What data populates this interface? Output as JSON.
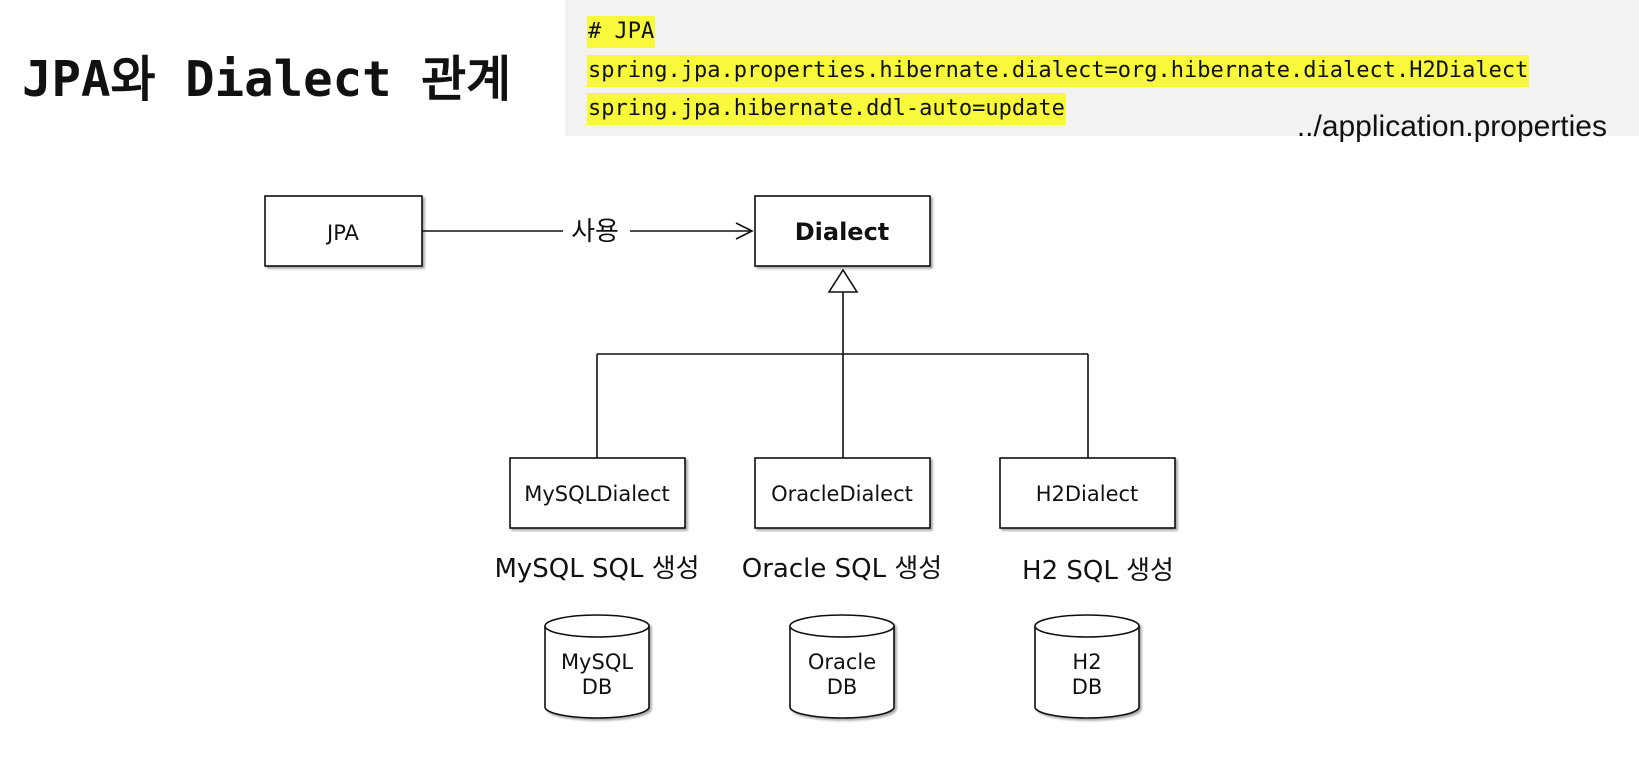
{
  "title": "JPA와 Dialect 관계",
  "code": {
    "lines": [
      "# JPA",
      "spring.jpa.properties.hibernate.dialect=org.hibernate.dialect.H2Dialect",
      "spring.jpa.hibernate.ddl-auto=update"
    ],
    "file": "../application.properties",
    "highlight_color": "#f8f93a"
  },
  "diagram": {
    "jpa_label": "JPA",
    "uses_label": "사용",
    "dialect_label": "Dialect",
    "dialects": [
      {
        "label": "MySQLDialect",
        "caption": "MySQL SQL 생성",
        "db_line1": "MySQL",
        "db_line2": "DB"
      },
      {
        "label": "OracleDialect",
        "caption": "Oracle SQL 생성",
        "db_line1": "Oracle",
        "db_line2": "DB"
      },
      {
        "label": "H2Dialect",
        "caption": "H2 SQL 생성",
        "db_line1": "H2",
        "db_line2": "DB"
      }
    ]
  }
}
